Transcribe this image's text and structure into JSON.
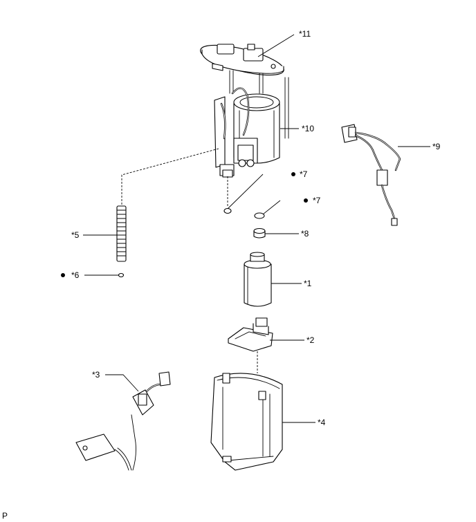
{
  "callouts": {
    "c1": "*1",
    "c2": "*2",
    "c3": "*3",
    "c4": "*4",
    "c5": "*5",
    "c6": "*6",
    "c7a": "*7",
    "c7b": "*7",
    "c8": "*8",
    "c9": "*9",
    "c10": "*10",
    "c11": "*11"
  },
  "corner_mark": "P"
}
